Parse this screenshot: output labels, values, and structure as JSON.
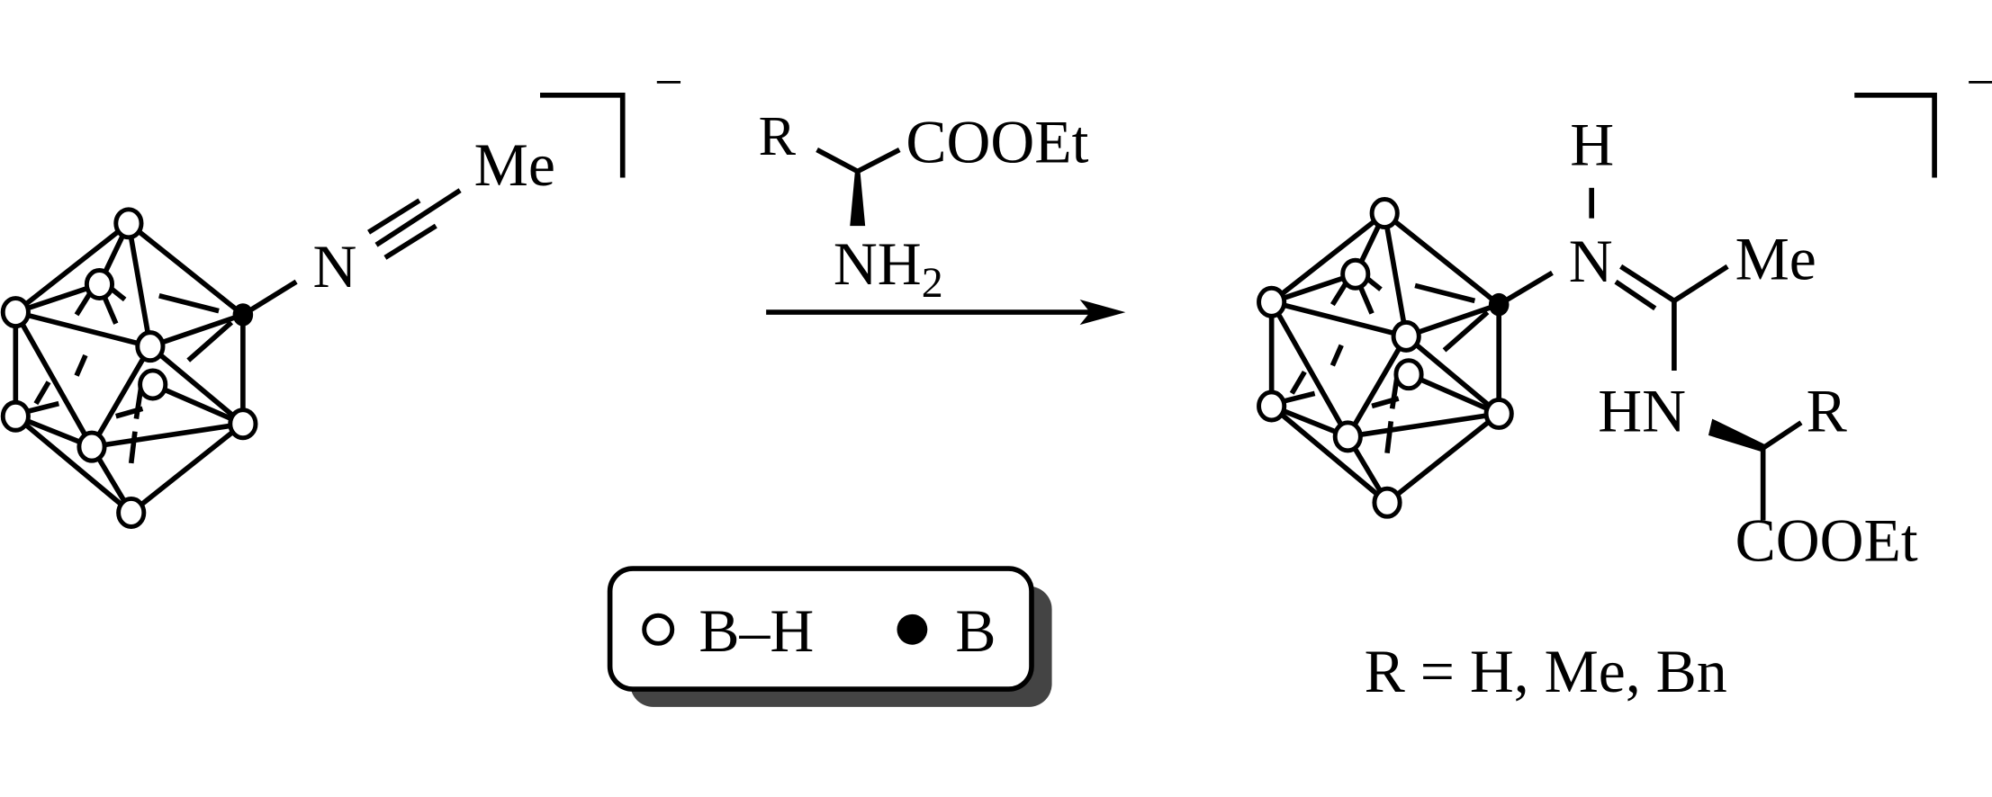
{
  "reactant": {
    "n_label": "N",
    "me_label": "Me",
    "charge": "−"
  },
  "reagent": {
    "r_label": "R",
    "ester_label": "COOEt",
    "amine_label": "NH",
    "amine_sub": "2"
  },
  "legend": {
    "bh_label": "B–H",
    "b_label": "B"
  },
  "product": {
    "h_label": "H",
    "n_label": "N",
    "me_label": "Me",
    "hn_label": "HN",
    "r_label": "R",
    "ester_label": "COOEt",
    "charge": "−"
  },
  "substituents": "R = H, Me, Bn",
  "colors": {
    "ink": "#000000",
    "shadow": "#444444"
  }
}
